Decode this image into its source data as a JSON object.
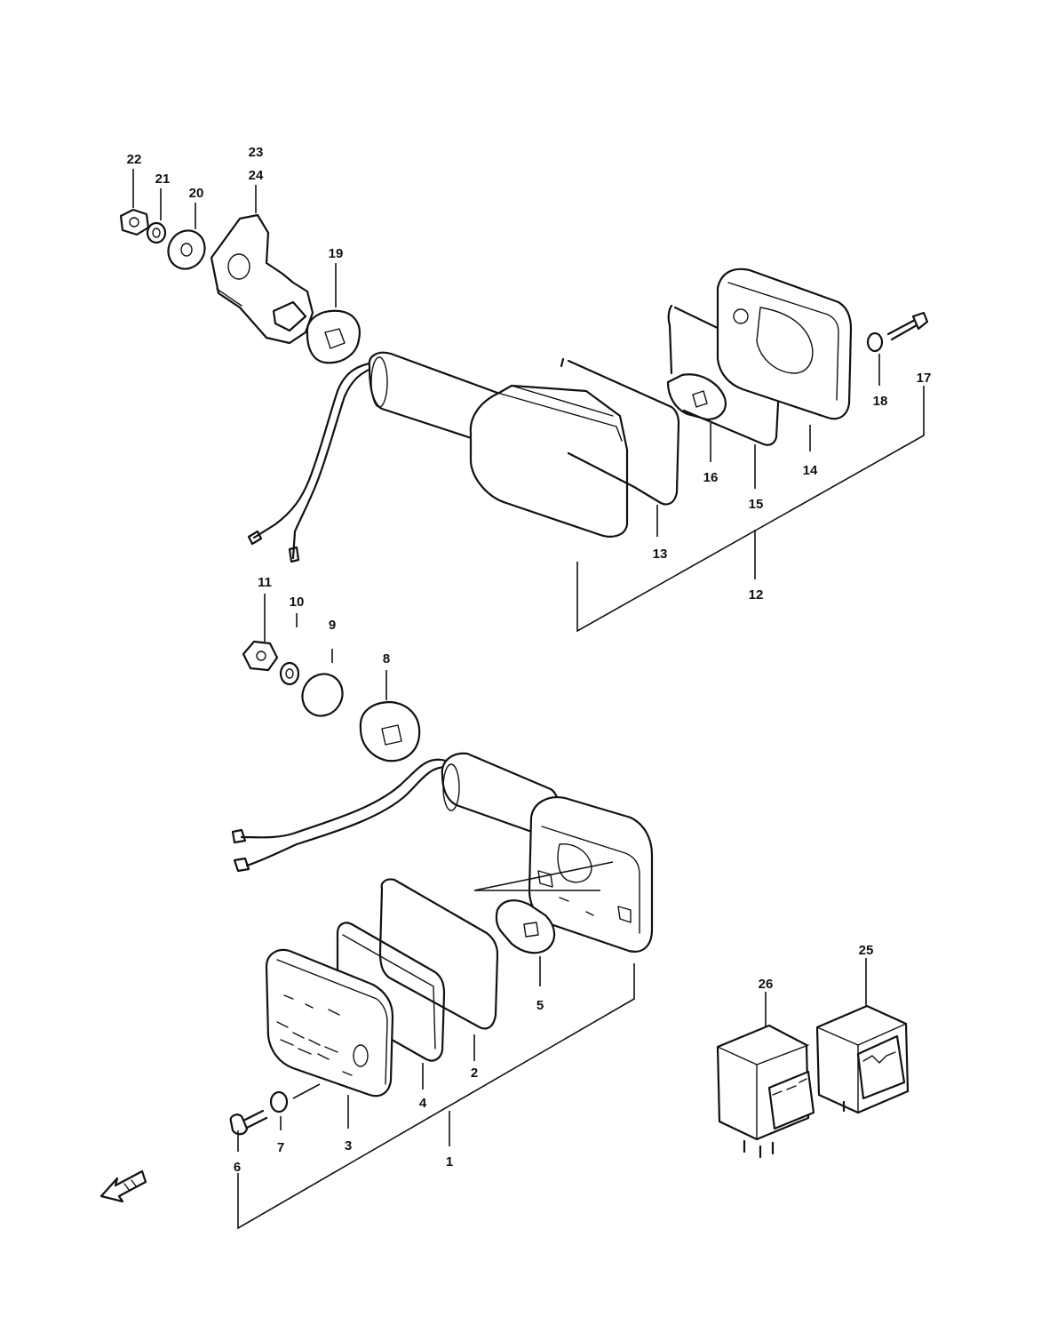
{
  "part_numbers": {
    "p1": "1",
    "p2": "2",
    "p3": "3",
    "p4": "4",
    "p5": "5",
    "p6": "6",
    "p7": "7",
    "p8": "8",
    "p9": "9",
    "p10": "10",
    "p11": "11",
    "p12": "12",
    "p13": "13",
    "p14": "14",
    "p15": "15",
    "p16": "16",
    "p17": "17",
    "p18": "18",
    "p19": "19",
    "p20": "20",
    "p21": "21",
    "p22": "22",
    "p23": "23",
    "p24": "24",
    "p25": "25",
    "p26": "26"
  },
  "icons": {
    "front_arrow": "front-direction-arrow-icon"
  }
}
